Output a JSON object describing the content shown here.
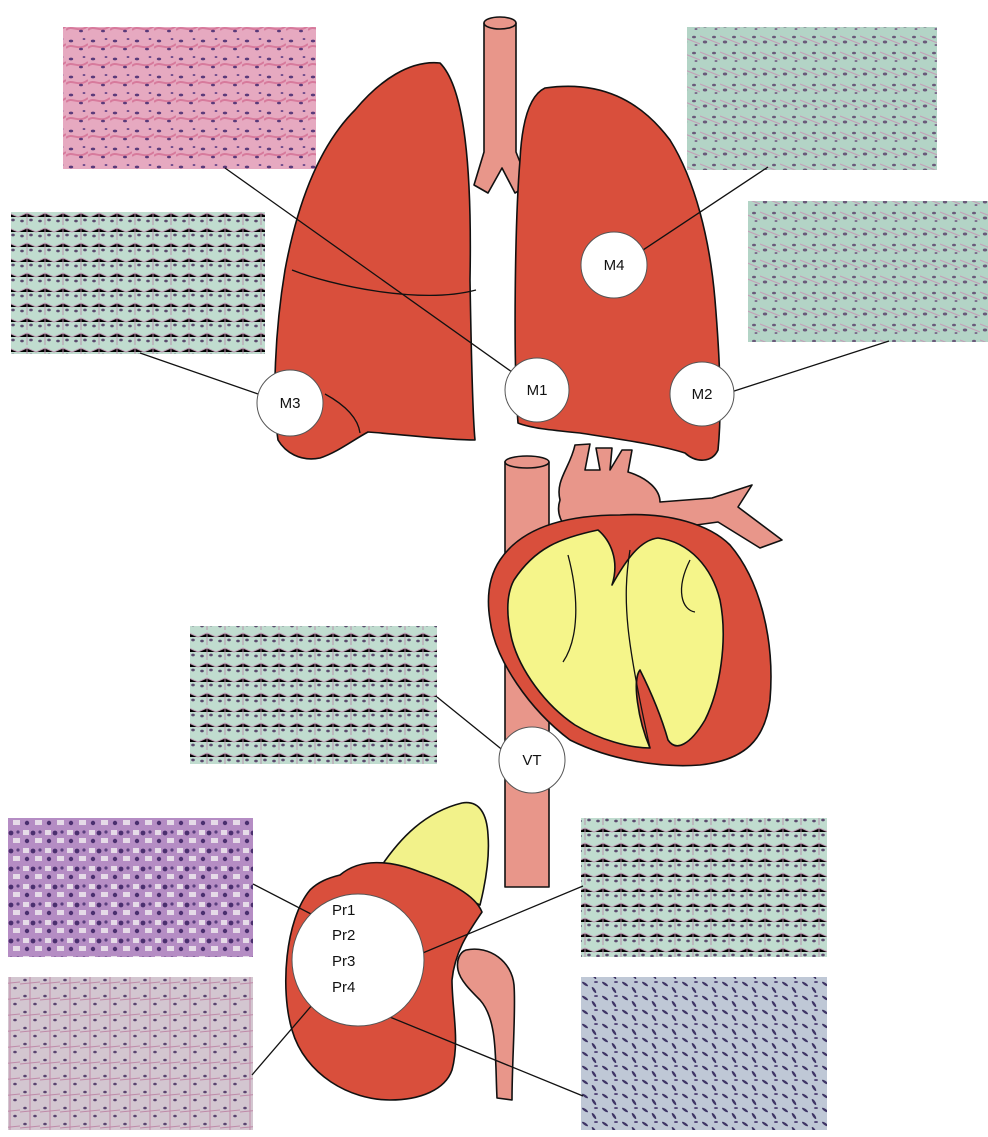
{
  "colors": {
    "organ_red": "#d94f3c",
    "vessel_pink": "#e8968a",
    "chamber_yellow": "#f5f58a",
    "adrenal_yellow": "#f2f28a",
    "marker_fill": "#ffffff",
    "outline": "#111111"
  },
  "organs": {
    "lungs": {
      "name": "lungs"
    },
    "heart": {
      "name": "heart"
    },
    "kidney": {
      "name": "kidney"
    }
  },
  "markers": {
    "m1": "M1",
    "m2": "M2",
    "m3": "M3",
    "m4": "M4",
    "vt": "VT",
    "primary": [
      "Pr1",
      "Pr2",
      "Pr3",
      "Pr4"
    ]
  },
  "micrographs": [
    {
      "id": "m1",
      "stain": "pink-eosinophilic",
      "label_ref": "M1"
    },
    {
      "id": "m4",
      "stain": "pale-green-spindle",
      "label_ref": "M4"
    },
    {
      "id": "m3",
      "stain": "pale-green-clear-cell",
      "label_ref": "M3"
    },
    {
      "id": "m2",
      "stain": "pale-green-spindle",
      "label_ref": "M2"
    },
    {
      "id": "vt",
      "stain": "pale-green-clear-cell",
      "label_ref": "VT"
    },
    {
      "id": "pr1",
      "stain": "purple-granular",
      "label_ref": "Pr1"
    },
    {
      "id": "pr3",
      "stain": "pale-green-clear-cell",
      "label_ref": "Pr3"
    },
    {
      "id": "pr2",
      "stain": "pale-pink-clear-cell",
      "label_ref": "Pr2"
    },
    {
      "id": "pr4",
      "stain": "purple-spindle",
      "label_ref": "Pr4"
    }
  ]
}
